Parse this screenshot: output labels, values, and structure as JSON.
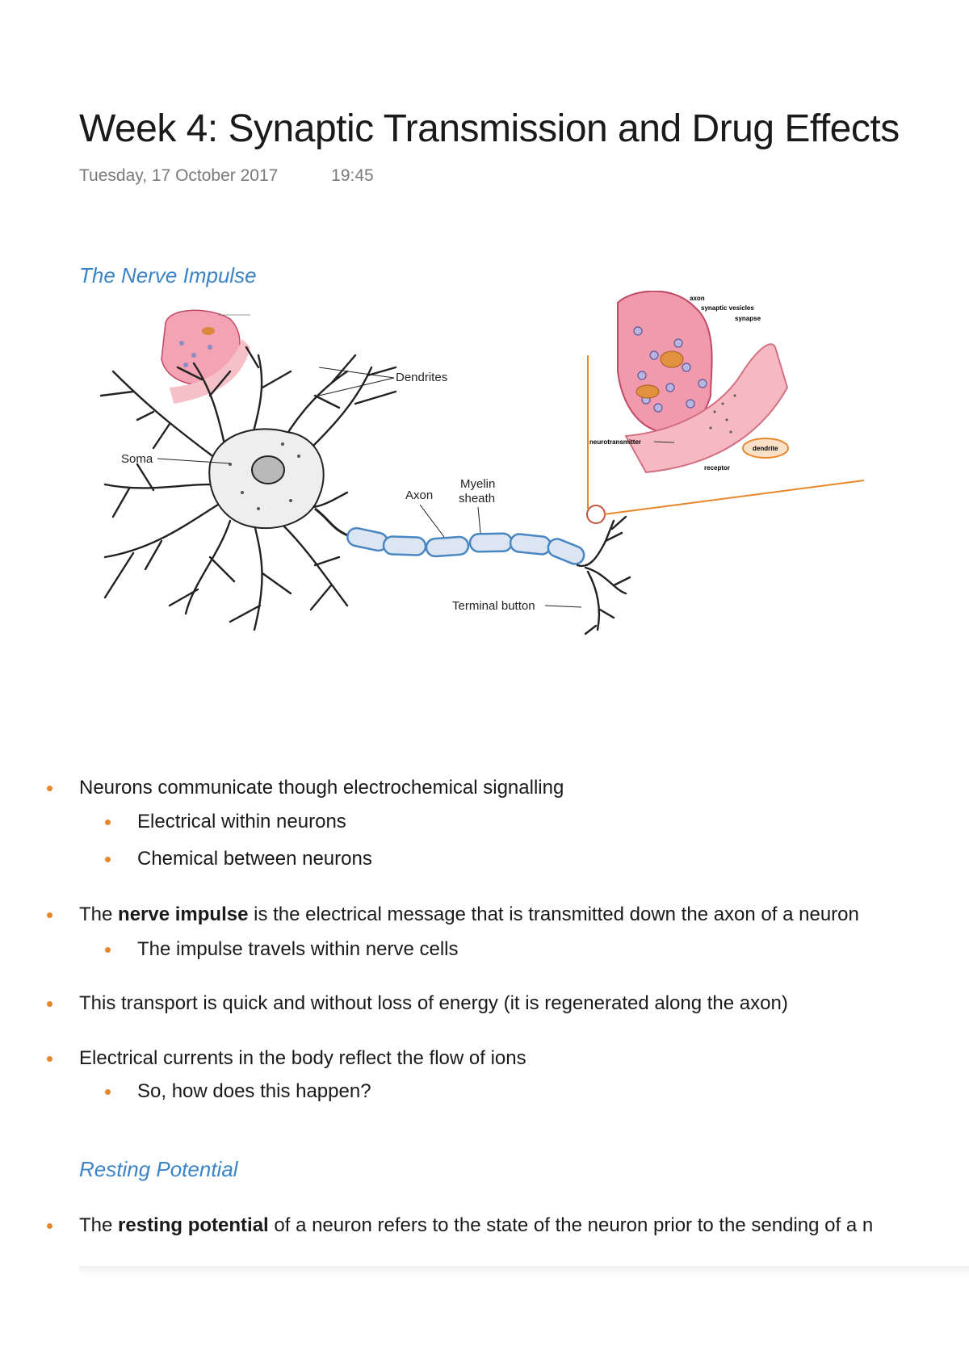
{
  "title": "Week 4: Synaptic Transmission and Drug Effects",
  "date": "Tuesday, 17 October 2017",
  "time": "19:45",
  "section1": "The Nerve Impulse",
  "figure": {
    "dendrites": "Dendrites",
    "soma": "Soma",
    "axon": "Axon",
    "myelin1": "Myelin",
    "myelin2": "sheath",
    "terminal": "Terminal button",
    "inset": {
      "axon": "axon",
      "vesicles": "synaptic vesicles",
      "synapse": "synapse",
      "neurotransmitter": "neurotransmitter",
      "dendrite": "dendrite",
      "receptor": "receptor"
    }
  },
  "b1": "Neurons communicate though electrochemical signalling",
  "b1a": "Electrical within neurons",
  "b1b": "Chemical between neurons",
  "b2pre": "The ",
  "b2bold": "nerve impulse",
  "b2post": " is the electrical message that is transmitted down the axon of a neuron",
  "b2a": "The impulse travels within nerve cells",
  "b3": "This transport is quick and without loss of energy (it is regenerated along the axon)",
  "b4": "Electrical currents in the body reflect the flow of ions",
  "b4a": "So, how does this happen?",
  "section2": "Resting Potential",
  "b5pre": "The ",
  "b5bold": "resting potential",
  "b5post": " of a neuron refers to the state of the neuron prior to the sending of a n"
}
